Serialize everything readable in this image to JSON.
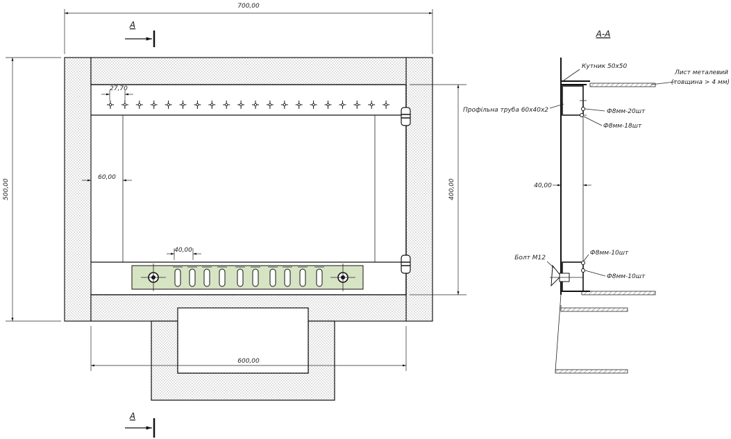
{
  "dimensions": {
    "overall_width": "700,00",
    "overall_height": "500,00",
    "inner_height": "400,00",
    "base_width": "600,00",
    "hole_pitch_top": "27,70",
    "hole_pitch_bottom": "40,00",
    "side_offset": "60,00",
    "section_depth": "40,00"
  },
  "section_marks": {
    "top": "A",
    "bottom": "A",
    "section_title": "A-A"
  },
  "section_labels": {
    "angle": "Кутник  50х50",
    "sheet_line1": "Лист металевий",
    "sheet_line2": "(товщина > 4 мм)",
    "profile_pipe": "Профільна труба 60х40х2",
    "hole_20": "Ф8мм-20шт",
    "hole_18": "Ф8мм-18шт",
    "bolt": "Болт М12",
    "hole_10a": "Ф8мм-10шт",
    "hole_10b": "Ф8мм-10шт"
  },
  "colors": {
    "line": "#111111",
    "plate_fill": "#d7e4c4"
  }
}
